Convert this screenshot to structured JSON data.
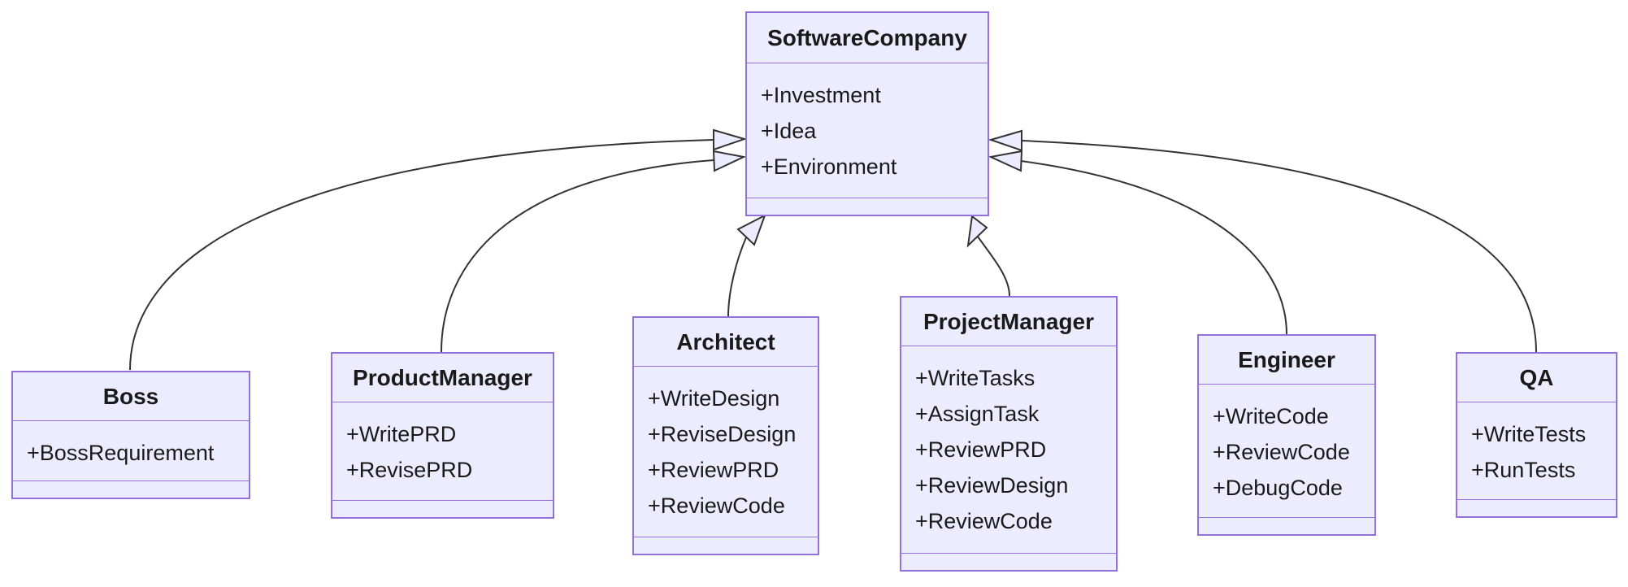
{
  "diagram": {
    "type": "uml-class-diagram",
    "colors": {
      "class_fill": "#ECECFF",
      "class_border": "#9370DB",
      "edge_color": "#333333",
      "text_color": "#1a1a1a",
      "background": "#ffffff"
    },
    "classes": [
      {
        "name": "SoftwareCompany",
        "members": [
          "+Investment",
          "+Idea",
          "+Environment"
        ]
      },
      {
        "name": "Boss",
        "members": [
          "+BossRequirement"
        ]
      },
      {
        "name": "ProductManager",
        "members": [
          "+WritePRD",
          "+RevisePRD"
        ]
      },
      {
        "name": "Architect",
        "members": [
          "+WriteDesign",
          "+ReviseDesign",
          "+ReviewPRD",
          "+ReviewCode"
        ]
      },
      {
        "name": "ProjectManager",
        "members": [
          "+WriteTasks",
          "+AssignTask",
          "+ReviewPRD",
          "+ReviewDesign",
          "+ReviewCode"
        ]
      },
      {
        "name": "Engineer",
        "members": [
          "+WriteCode",
          "+ReviewCode",
          "+DebugCode"
        ]
      },
      {
        "name": "QA",
        "members": [
          "+WriteTests",
          "+RunTests"
        ]
      }
    ],
    "relations": [
      {
        "from": "Boss",
        "to": "SoftwareCompany",
        "type": "inheritance"
      },
      {
        "from": "ProductManager",
        "to": "SoftwareCompany",
        "type": "inheritance"
      },
      {
        "from": "Architect",
        "to": "SoftwareCompany",
        "type": "inheritance"
      },
      {
        "from": "ProjectManager",
        "to": "SoftwareCompany",
        "type": "inheritance"
      },
      {
        "from": "Engineer",
        "to": "SoftwareCompany",
        "type": "inheritance"
      },
      {
        "from": "QA",
        "to": "SoftwareCompany",
        "type": "inheritance"
      }
    ]
  }
}
